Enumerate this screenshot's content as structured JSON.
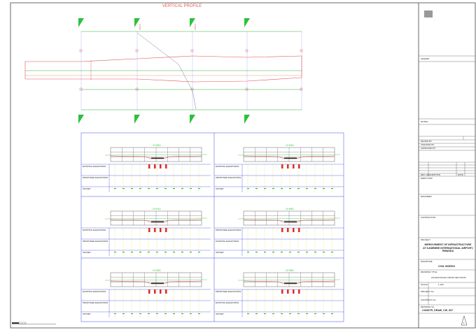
{
  "profile": {
    "title": "VERTICAL PROFILE"
  },
  "sections": [
    {
      "chainage": "0+000",
      "left_label": "EXISTING ELEVATIONS",
      "mid_label": "PROPOSED ELEVATIONS",
      "bottom_label": "OFFSET"
    },
    {
      "chainage": "0+020",
      "left_label": "EXISTING ELEVATIONS",
      "mid_label": "PROPOSED ELEVATIONS",
      "bottom_label": "OFFSET"
    },
    {
      "chainage": "0+010",
      "left_label": "EXISTING ELEVATIONS",
      "mid_label": "PROPOSED ELEVATIONS",
      "bottom_label": "OFFSET"
    },
    {
      "chainage": "0+060",
      "left_label": "PROPOSED ELEVATIONS",
      "mid_label": "EXISTING ELEVATIONS",
      "bottom_label": "OFFSET"
    },
    {
      "chainage": "0+030",
      "left_label": "EXISTING ELEVATIONS",
      "mid_label": "PROPOSED ELEVATIONS",
      "bottom_label": "OFFSET"
    },
    {
      "chainage": "0+050",
      "left_label": "PROPOSED ELEVATIONS",
      "mid_label": "EXISTING ELEVATIONS",
      "bottom_label": "OFFSET"
    }
  ],
  "title_block": {
    "legend_label": "LEGEND",
    "notes_label": "NOTES",
    "drawn_by": "DRAWN BY",
    "checked_by": "CHECKED BY",
    "approved_by": "APPROVED BY",
    "revision_header": "REV.   DESCRIPTION",
    "date_header": "DATE",
    "employer_label": "EMPLOYER",
    "engineer_label": "ENGINEER",
    "contractor_label": "CONTRACTOR",
    "project_label": "PROJECT",
    "project_name": "IMPROVEMENT OF INFRASTRUCTURE AT KAMEMBE INTERNATIONAL AIRPORT, RWANDA",
    "discipline_label": "DISCIPLINE",
    "discipline": "CIVIL WORKS",
    "drawing_title_label": "DRAWING TITLE",
    "drawing_title": "ACCESS ROAD CROSS SECTIONS",
    "scale_label": "SCALE",
    "scale_value": "1:100",
    "project_no_label": "PROJECT No.",
    "contract_no_label": "CONTRACT No.",
    "drawing_no_label": "DRAWING No.",
    "drawing_no": "CONSTR_DRAW_CW_007"
  },
  "colors": {
    "frame": "#444444",
    "profile_red": "#e05050",
    "profile_green": "#30b030",
    "table_blue": "#3a4fd8",
    "section_green": "#29c23b",
    "elevation_yellow": "#d6d400",
    "elevation_red": "#e02a2a"
  }
}
